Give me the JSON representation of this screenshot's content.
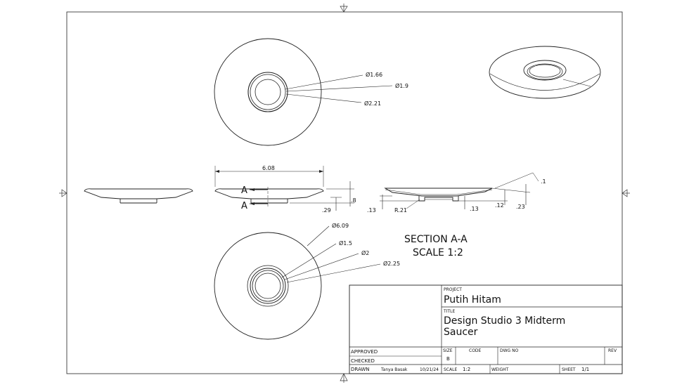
{
  "views": {
    "top": {
      "dims": [
        "Ø1.66",
        "Ø1.9",
        "Ø2.21"
      ]
    },
    "front": {
      "width": "6.08",
      "height": ".8",
      "foot": ".29",
      "section_mark": "A"
    },
    "section": {
      "dims": [
        ".1",
        ".13",
        "R.21",
        ".13",
        ".12",
        ".23"
      ],
      "title": "SECTION A-A",
      "scale": "SCALE 1:2"
    },
    "bottom": {
      "dims": [
        "Ø6.09",
        "Ø1.5",
        "Ø2",
        "Ø2.25"
      ]
    }
  },
  "title_block": {
    "project_label": "PROJECT",
    "project": "Putih Hitam",
    "title_label": "TITLE",
    "title_line1": "Design Studio 3 Midterm",
    "title_line2": "Saucer",
    "approved_label": "APPROVED",
    "checked_label": "CHECKED",
    "drawn_label": "DRAWN",
    "drawn_by": "Tanya Basak",
    "drawn_date": "10/21/24",
    "size_label": "SIZE",
    "size": "B",
    "code_label": "CODE",
    "dwg_label": "DWG NO",
    "rev_label": "REV",
    "scale_label": "SCALE",
    "scale": "1:2",
    "weight_label": "WEIGHT",
    "sheet_label": "SHEET",
    "sheet": "1/1"
  }
}
